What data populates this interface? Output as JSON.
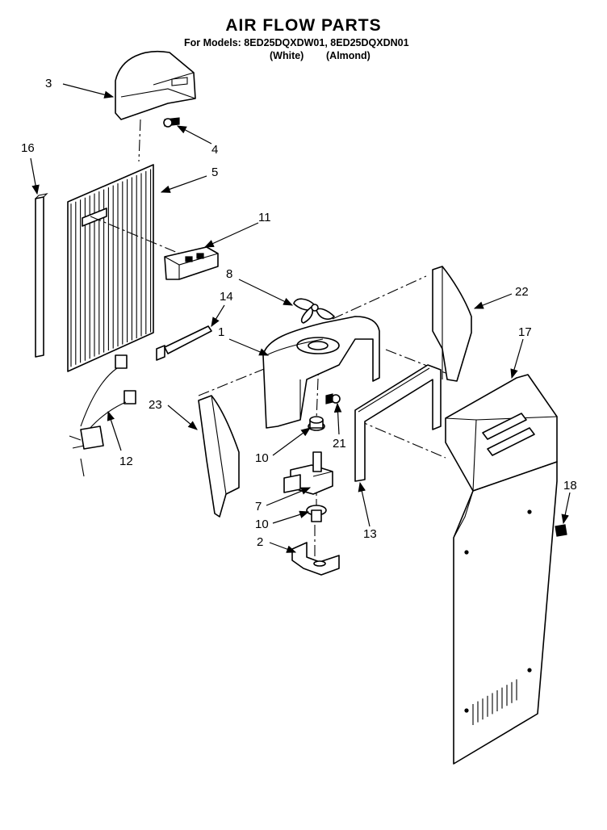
{
  "header": {
    "title": "AIR FLOW PARTS",
    "models_line": "For Models: 8ED25DQXDW01, 8ED25DQXDN01",
    "variant_white": "(White)",
    "variant_almond": "(Almond)"
  },
  "callouts": {
    "p1": "1",
    "p2": "2",
    "p3": "3",
    "p4": "4",
    "p5": "5",
    "p7": "7",
    "p8": "8",
    "p10a": "10",
    "p10b": "10",
    "p11": "11",
    "p12": "12",
    "p13": "13",
    "p14": "14",
    "p16": "16",
    "p17": "17",
    "p18": "18",
    "p21": "21",
    "p22": "22",
    "p23": "23"
  }
}
